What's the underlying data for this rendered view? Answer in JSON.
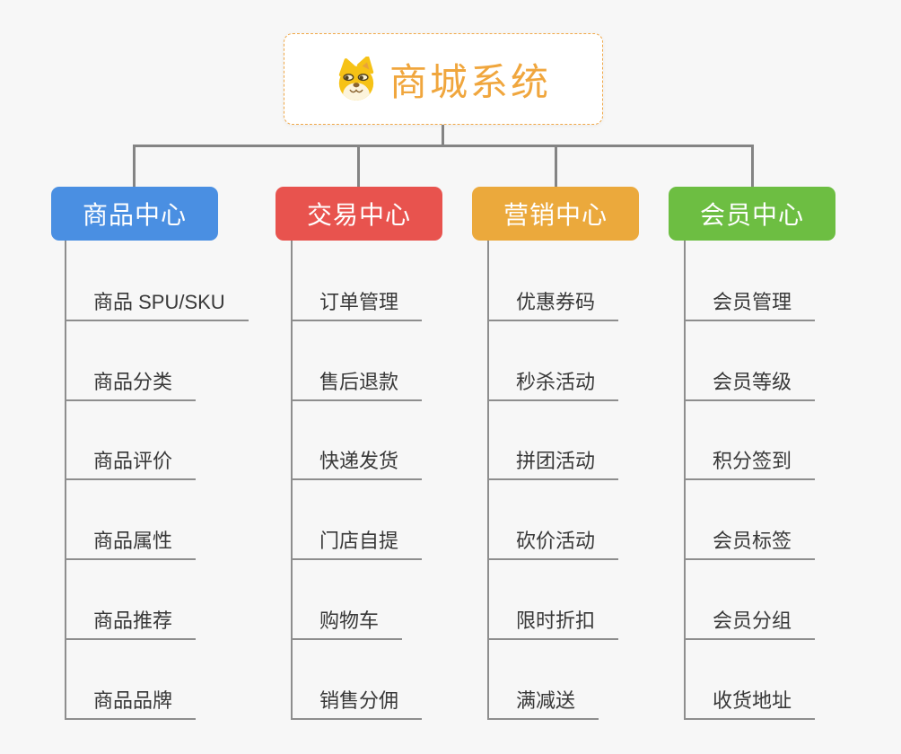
{
  "page": {
    "background_color": "#F7F7F7",
    "connector_color": "#848484",
    "leaf_line_color": "#8E8E8E"
  },
  "root": {
    "label": "商城系统",
    "icon": "shiba-dog-icon",
    "text_color": "#F0A63D",
    "border_color": "#F0A848"
  },
  "branches": [
    {
      "label": "商品中心",
      "color": "#4A8FE2",
      "children": [
        "商品 SPU/SKU",
        "商品分类",
        "商品评价",
        "商品属性",
        "商品推荐",
        "商品品牌"
      ]
    },
    {
      "label": "交易中心",
      "color": "#E8534E",
      "children": [
        "订单管理",
        "售后退款",
        "快递发货",
        "门店自提",
        "购物车",
        "销售分佣"
      ]
    },
    {
      "label": "营销中心",
      "color": "#EBA93C",
      "children": [
        "优惠券码",
        "秒杀活动",
        "拼团活动",
        "砍价活动",
        "限时折扣",
        "满减送"
      ]
    },
    {
      "label": "会员中心",
      "color": "#6DBE42",
      "children": [
        "会员管理",
        "会员等级",
        "积分签到",
        "会员标签",
        "会员分组",
        "收货地址"
      ]
    }
  ]
}
